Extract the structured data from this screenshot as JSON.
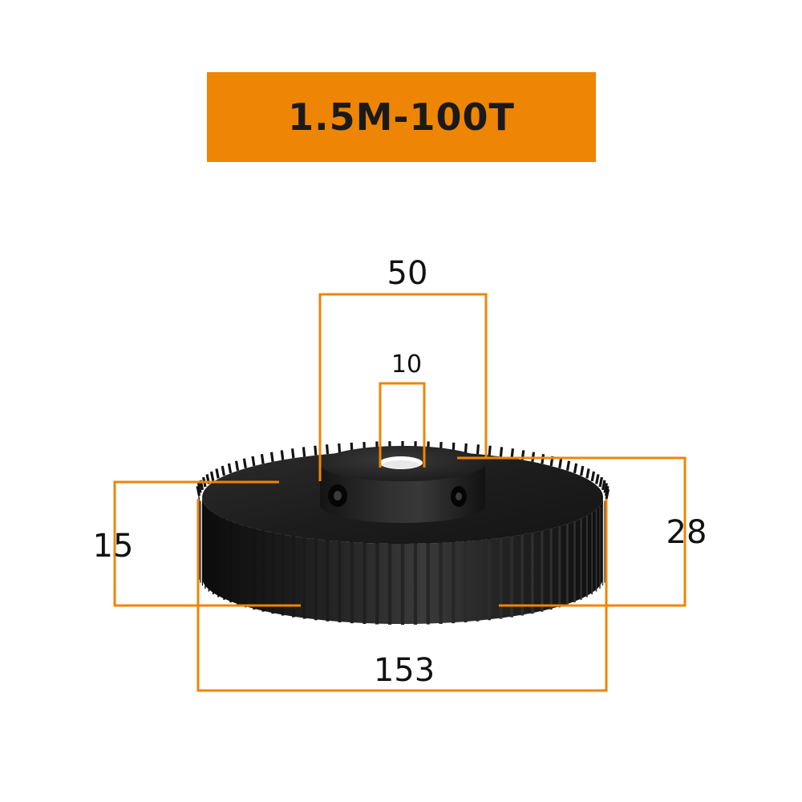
{
  "title": {
    "text": "1.5M-100T"
  },
  "dimensions": {
    "hub_diameter": "50",
    "bore_diameter": "10",
    "gear_thickness": "15",
    "total_height": "28",
    "outer_diameter": "153"
  },
  "colors": {
    "accent": "#EF8504",
    "title_text": "#1a1a1a",
    "steel_dark": "#121212",
    "steel_mid": "#2a2a2a",
    "steel_light": "#3c3c3c",
    "background": "#ffffff"
  }
}
